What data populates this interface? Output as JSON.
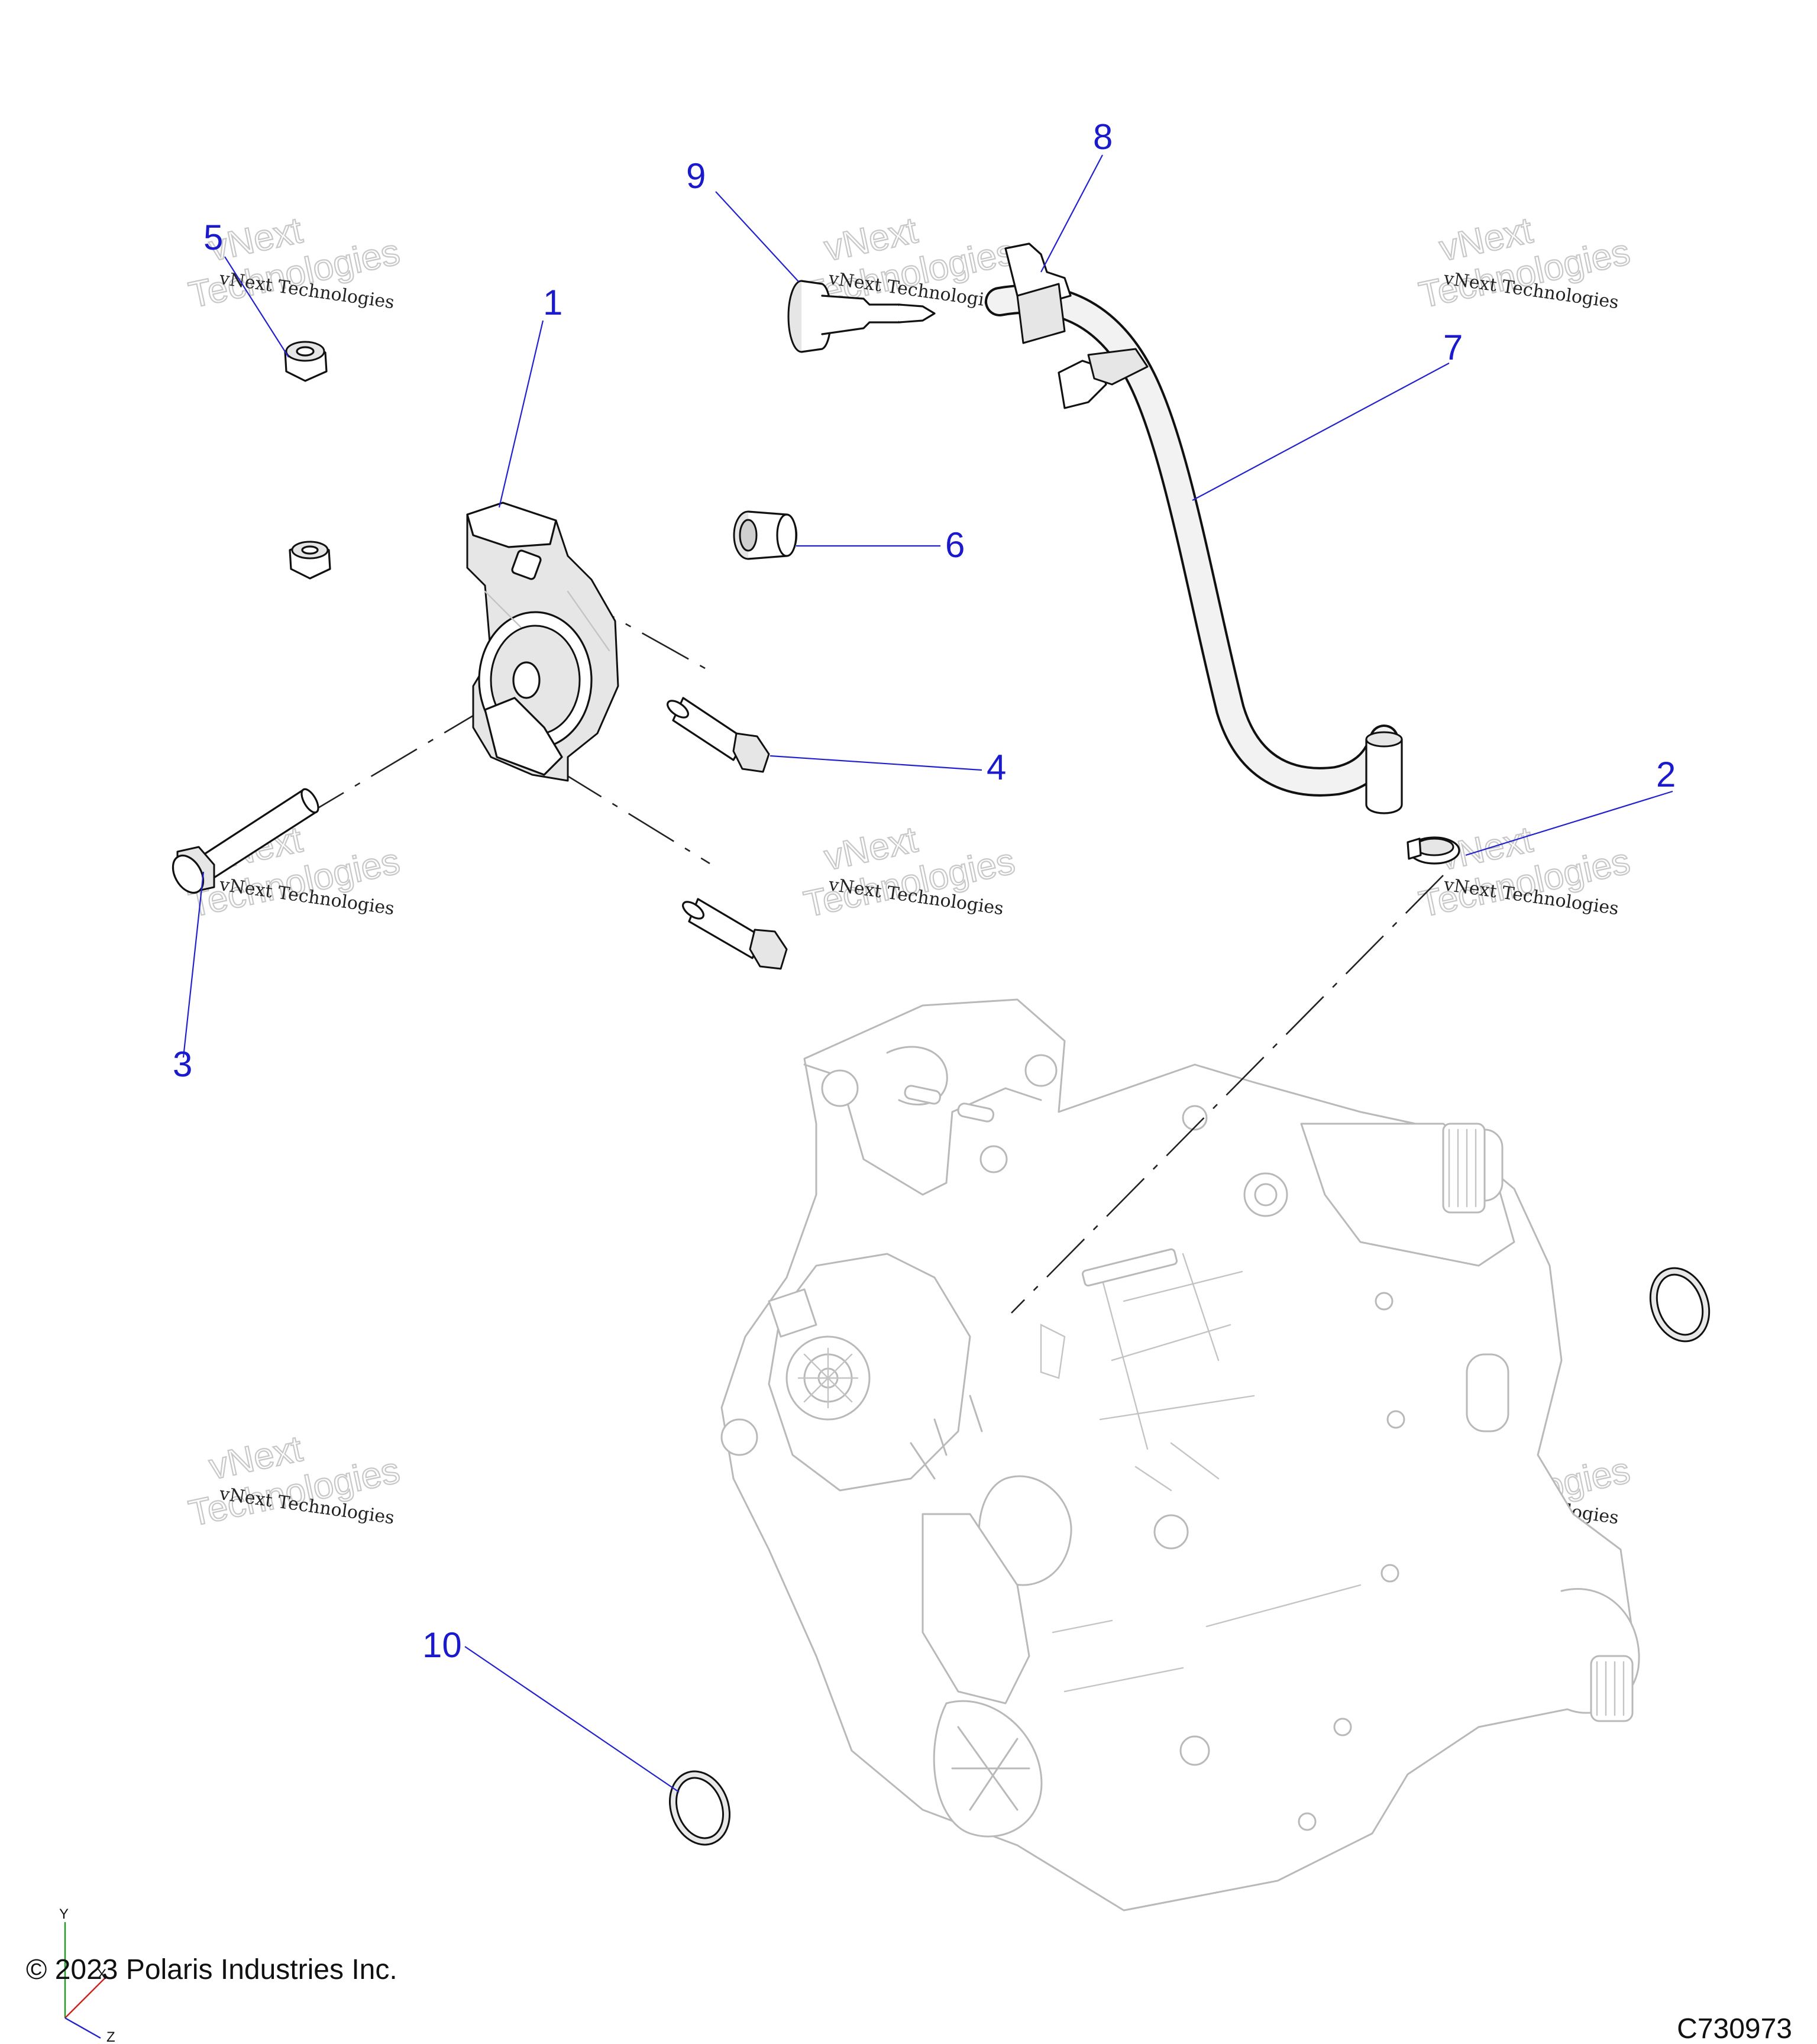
{
  "callouts": [
    {
      "id": "1",
      "label": "1"
    },
    {
      "id": "2",
      "label": "2"
    },
    {
      "id": "3",
      "label": "3"
    },
    {
      "id": "4",
      "label": "4"
    },
    {
      "id": "5",
      "label": "5"
    },
    {
      "id": "6",
      "label": "6"
    },
    {
      "id": "7",
      "label": "7"
    },
    {
      "id": "8",
      "label": "8"
    },
    {
      "id": "9",
      "label": "9"
    },
    {
      "id": "10",
      "label": "10"
    }
  ],
  "watermark": {
    "small": "vNext Technologies",
    "big_line1": "vNext",
    "big_line2": "Technologies"
  },
  "footer": {
    "copyright": "© 2023 Polaris Industries Inc.",
    "figure_code": "C730973"
  },
  "axis_triad": {
    "y": "Y",
    "x": "X",
    "z": "Z"
  },
  "colors": {
    "callout": "#1a1acc",
    "leader": "#2222cc"
  }
}
